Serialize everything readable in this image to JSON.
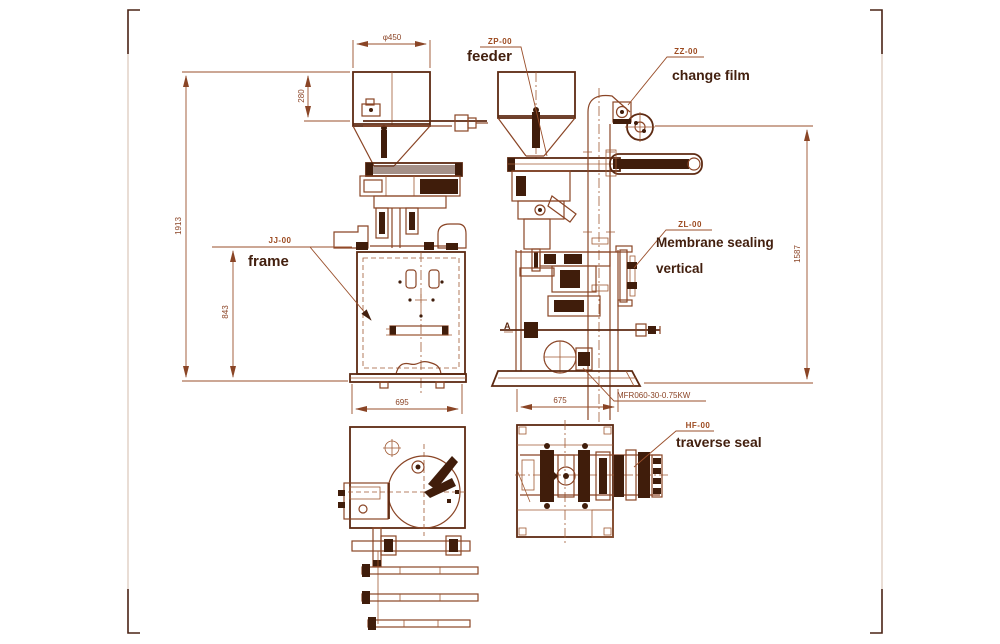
{
  "drawing": {
    "labels": {
      "feeder": {
        "code": "ZP-00",
        "text": "feeder"
      },
      "change_film": {
        "code": "ZZ-00",
        "text": "change film"
      },
      "frame": {
        "code": "JJ-00",
        "text": "frame"
      },
      "membrane_sealing": {
        "code": "ZL-00",
        "line1": "Membrane sealing",
        "line2": "vertical"
      },
      "traverse_seal": {
        "code": "HF-00",
        "text": "traverse seal"
      },
      "motor_spec": "MFR060-30-0.75KW",
      "section_marker": "A"
    },
    "dimensions": {
      "hopper_diameter": "φ450",
      "hopper_height": "280",
      "overall_height_front": "1913",
      "frame_height": "843",
      "front_width": "695",
      "side_width": "675",
      "side_height": "1587"
    },
    "colors": {
      "line": "#8a4526",
      "dark_parts": "#401d0b",
      "label_text": "#43200f",
      "code_text": "#9c4a20",
      "background": "#ffffff"
    }
  }
}
